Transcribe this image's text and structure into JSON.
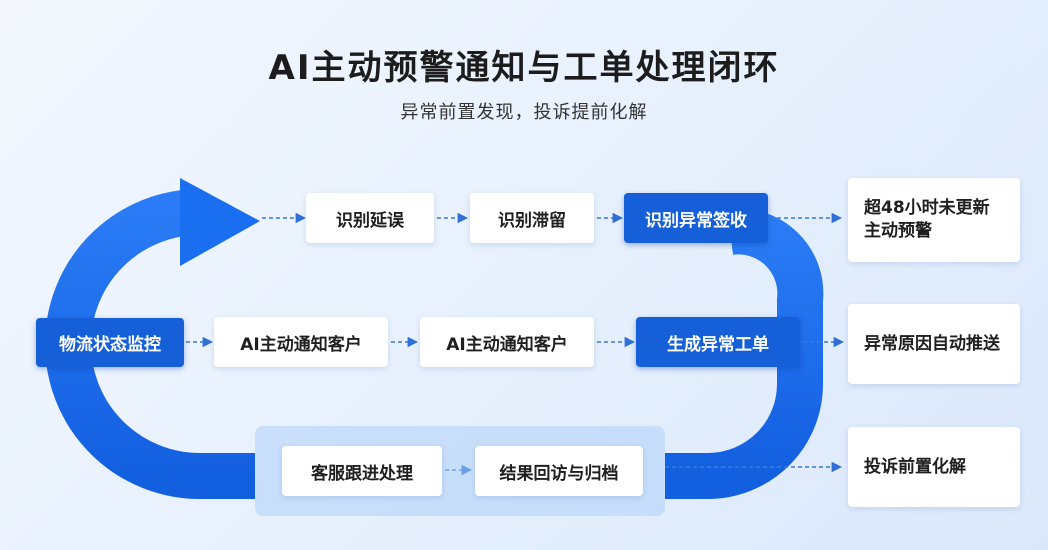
{
  "title": "AI主动预警通知与工单处理闭环",
  "subtitle": "异常前置发现，投诉提前化解",
  "steps": {
    "monitor": "物流状态监控",
    "delay": "识别延误",
    "stuck": "识别滞留",
    "abnormal_sign": "识别异常签收",
    "notify_1": "AI主动通知客户",
    "notify_2": "AI主动通知客户",
    "ticket": "生成异常工单",
    "service": "客服跟进处理",
    "followup": "结果回访与归档"
  },
  "outcomes": {
    "warning_line1": "超48小时未更新",
    "warning_line2": "主动预警",
    "push": "异常原因自动推送",
    "resolve": "投诉前置化解"
  },
  "colors": {
    "primary": "#1560d8",
    "loop": "#1a6ef0",
    "arrow": "#2f6fd6",
    "box_bg": "#ffffff"
  }
}
